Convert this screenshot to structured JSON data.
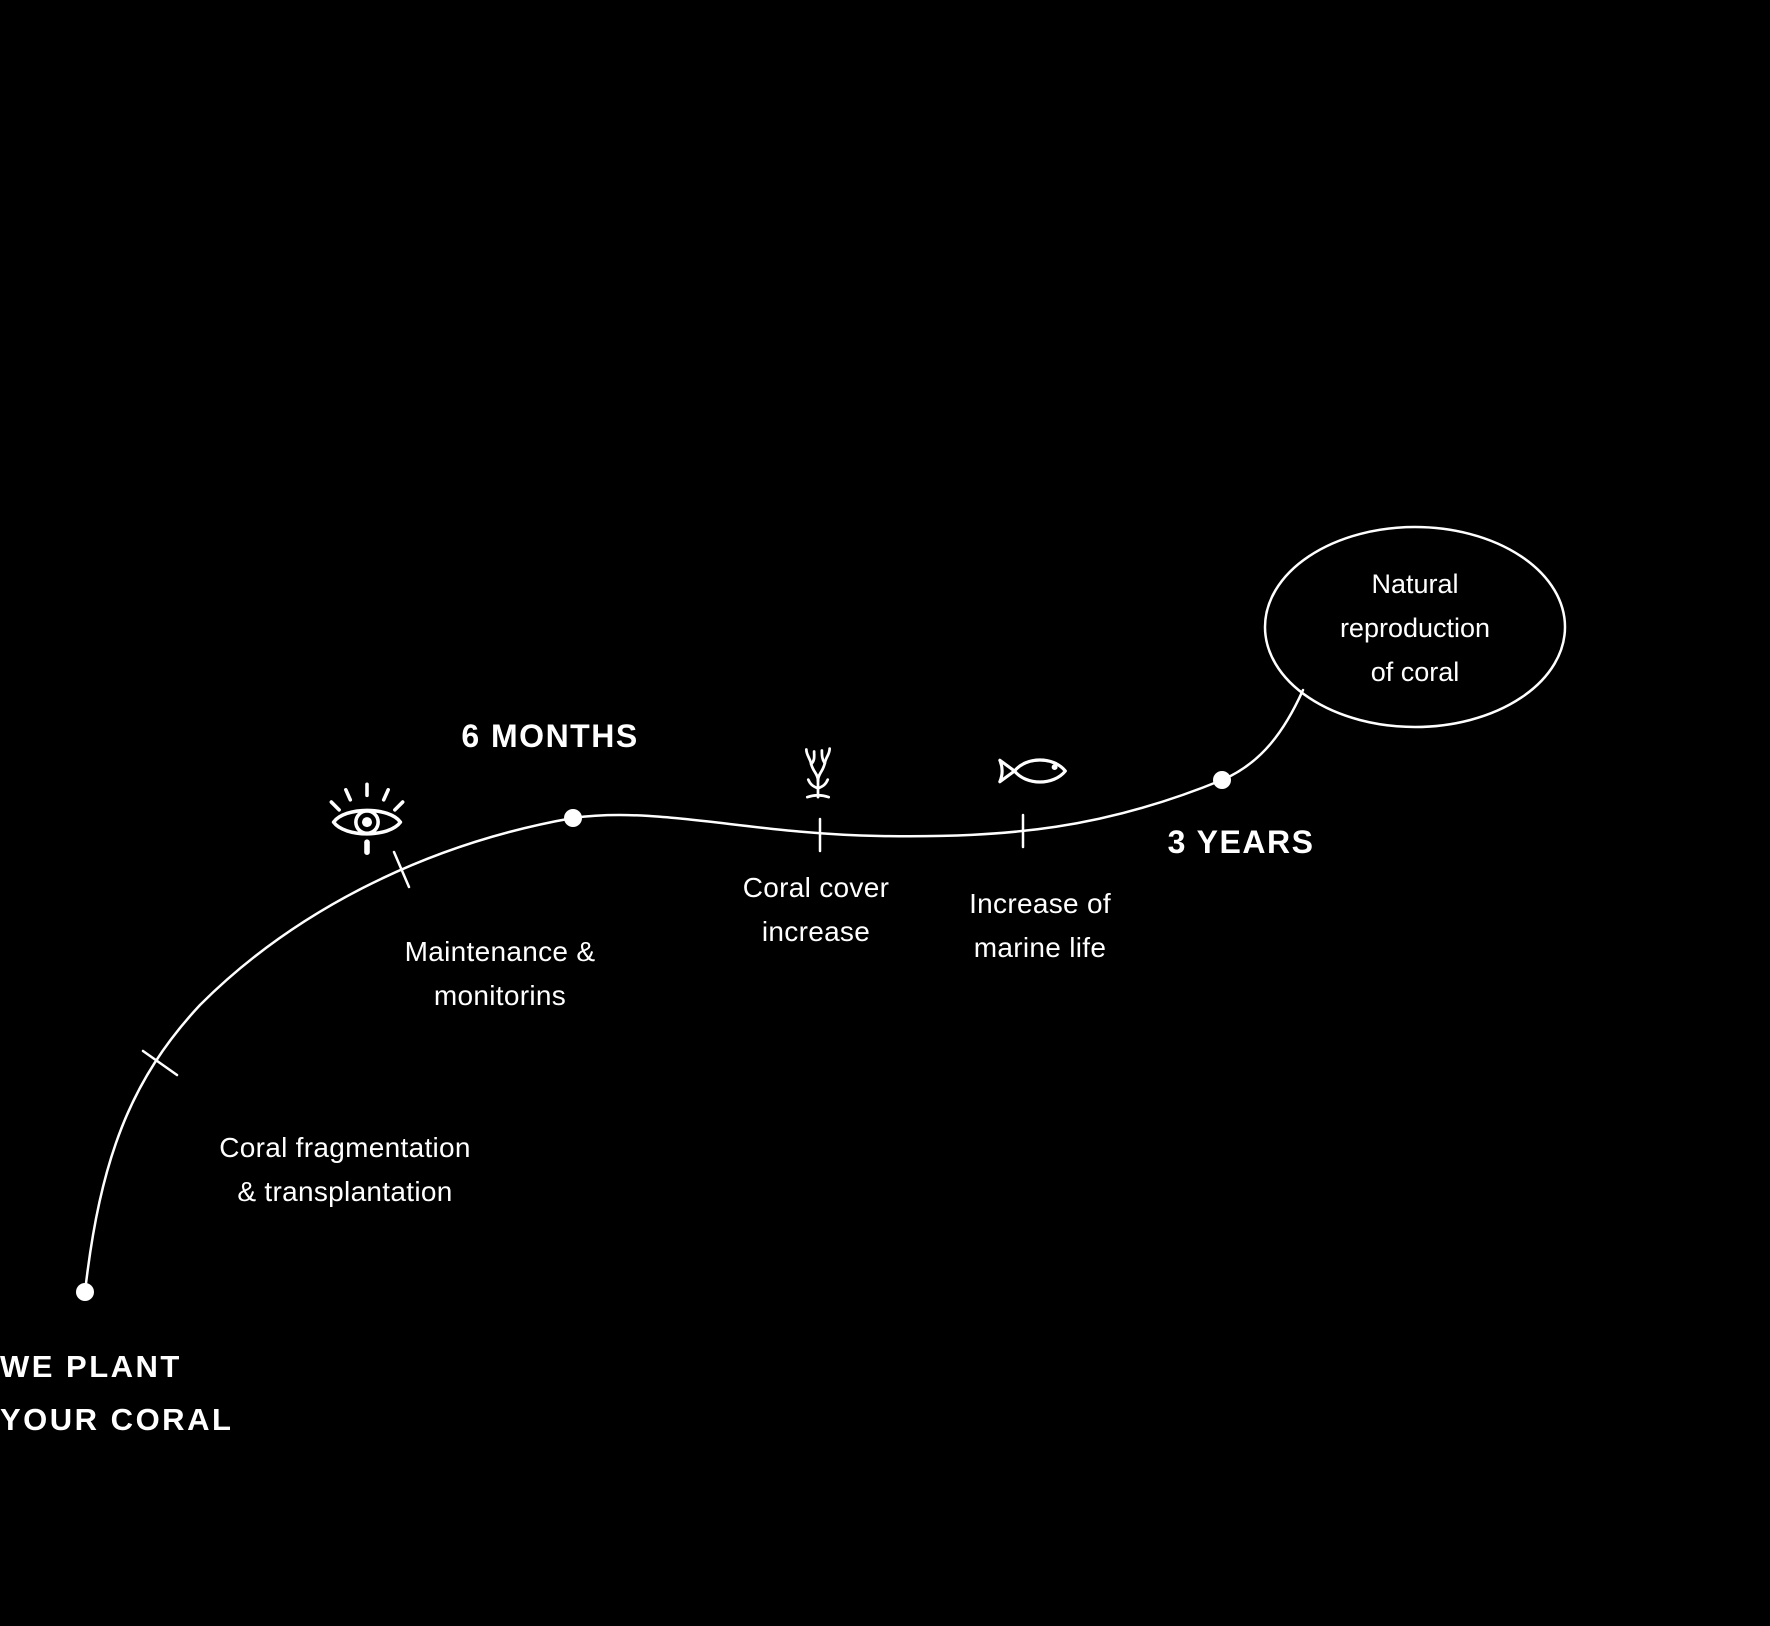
{
  "page": {
    "background": "#000000",
    "foreground": "#ffffff"
  },
  "header": {
    "corner_icon": "scissors-icon"
  },
  "timeline": {
    "start": {
      "line1": "WE PLANT",
      "line2": "YOUR CORAL"
    },
    "six_months_label": "6 MONTHS",
    "three_years_label": "3 YEARS",
    "steps": [
      {
        "icon": "scissors-icon",
        "line1": "Coral fragmentation",
        "line2": "& transplantation"
      },
      {
        "icon": "eye-icon",
        "line1": "Maintenance &",
        "line2": "monitorins"
      },
      {
        "icon": "coral-icon",
        "line1": "Coral cover",
        "line2": "increase"
      },
      {
        "icon": "fish-icon",
        "line1": "Increase of",
        "line2": "marine life"
      }
    ],
    "bubble": {
      "line1": "Natural",
      "line2": "reproduction",
      "line3": "of coral"
    }
  }
}
